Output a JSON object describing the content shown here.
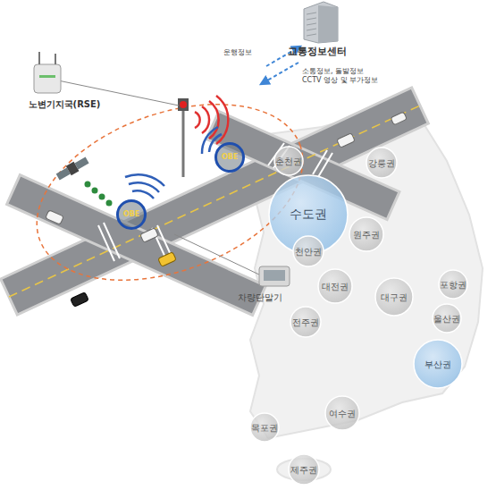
{
  "diagram": {
    "nodes": [
      {
        "text": [
          "교통정보센터"
        ]
      },
      {
        "text": [
          "노변기지국(RSE)"
        ]
      },
      {
        "text": [
          "OBE"
        ]
      },
      {
        "text": [
          "OBE"
        ]
      },
      {
        "text": [
          "차량단말기"
        ]
      },
      {
        "text": [
          "춘천권"
        ]
      },
      {
        "text": [
          "강릉권"
        ]
      },
      {
        "text": [
          "수도권"
        ]
      },
      {
        "text": [
          "원주권"
        ]
      },
      {
        "text": [
          "천안권"
        ]
      },
      {
        "text": [
          "포항권"
        ]
      },
      {
        "text": [
          "대전권"
        ]
      },
      {
        "text": [
          "대구권"
        ]
      },
      {
        "text": [
          "울산권"
        ]
      },
      {
        "text": [
          "전주권"
        ]
      },
      {
        "text": [
          "부산권"
        ]
      },
      {
        "text": [
          "여수권"
        ]
      },
      {
        "text": [
          "목포권"
        ]
      },
      {
        "text": [
          "제주권"
        ]
      }
    ],
    "labels": [
      "운행정보",
      "소통정보, 돌발정보",
      "CCTV 영상 및 부가정보"
    ]
  }
}
